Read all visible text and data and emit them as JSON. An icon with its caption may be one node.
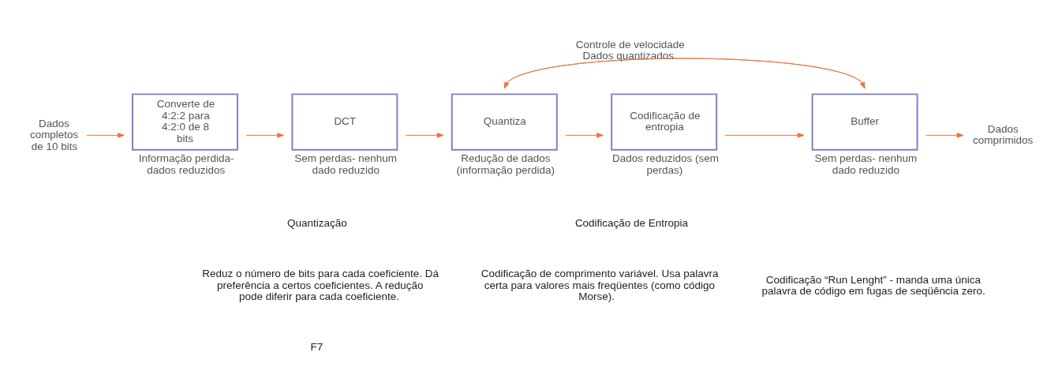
{
  "diagram": {
    "nodes": [
      {
        "text": [
          "Dados completos de 10 bits"
        ]
      },
      {
        "text": [
          "Converte de 4:2:2 para 4:2:0 de 8 bits"
        ],
        "beside": [
          "Informação perdida- dados reduzidos"
        ]
      },
      {
        "text": [
          "DCT"
        ],
        "beside": [
          "Sem perdas- nenhum dado reduzido"
        ]
      },
      {
        "text": [
          "Quantiza"
        ],
        "beside": [
          "Redução de dados (informação perdida)"
        ]
      },
      {
        "text": [
          "Codificação de entropia"
        ],
        "beside": [
          "Dados reduzidos (sem perdas)"
        ]
      },
      {
        "text": [
          "Buffer"
        ],
        "beside": [
          "Sem perdas- nenhum dado reduzido"
        ]
      },
      {
        "text": [
          "Dados comprimidos"
        ]
      }
    ],
    "edges": [
      {
        "from": 0,
        "to": 1,
        "arrow": "to"
      },
      {
        "from": 1,
        "to": 2,
        "arrow": "to"
      },
      {
        "from": 2,
        "to": 3,
        "arrow": "to"
      },
      {
        "from": 3,
        "to": 4,
        "arrow": "to"
      },
      {
        "from": 4,
        "to": 5,
        "arrow": "to"
      },
      {
        "from": 5,
        "to": 6,
        "arrow": "to"
      },
      {
        "from": 5,
        "to": 3,
        "arrow": "to",
        "label": "Controle de velocidade"
      },
      {
        "from": 3,
        "to": 5,
        "arrow": "to",
        "label": "Dados quantizados"
      }
    ],
    "labels": [
      "Quantização",
      "Codificação de Entropia",
      "Reduz o número de bits para cada coeficiente. Dá preferência a certos coeficientes. A redução pode diferir para cada coeficiente.",
      "Codificação de comprimento variável. Usa palavra certa para valores mais freqüentes (como código Morse).",
      "Codificação “Run Lenght” - manda uma única palavra de código em fugas de seqüência zero.",
      "F7"
    ]
  }
}
